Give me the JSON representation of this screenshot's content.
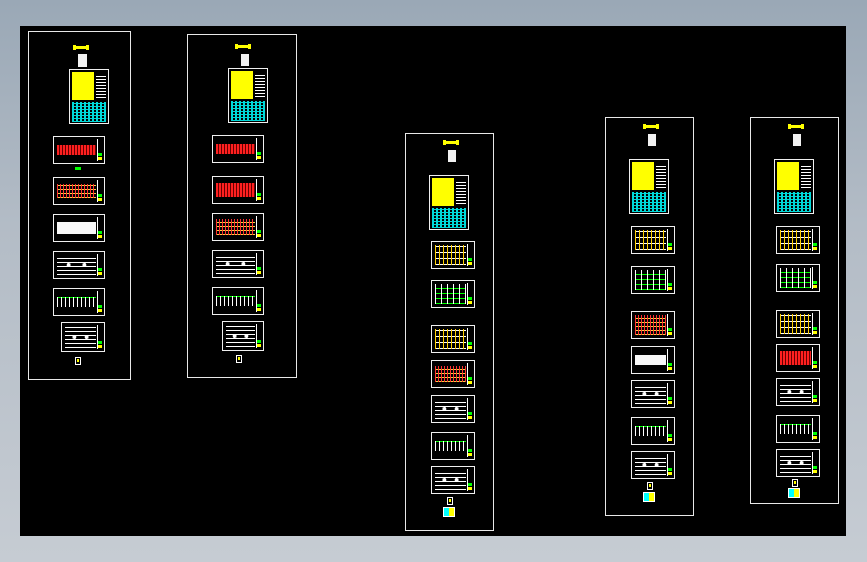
{
  "viewport": {
    "background": "#000000",
    "frame_color": "#e8e8e8"
  },
  "colors": {
    "title": "#ffff00",
    "accent_red": "#ff2020",
    "accent_green": "#00ff00",
    "accent_cyan": "#00ffff",
    "line_white": "#ffffff"
  },
  "sheet_sets": [
    {
      "id": "set-1",
      "sheets": [
        "cover",
        "red",
        "mixed",
        "white",
        "plan",
        "frame",
        "detail"
      ]
    },
    {
      "id": "set-2",
      "sheets": [
        "cover",
        "red",
        "red",
        "mixed",
        "plan",
        "frame",
        "detail"
      ]
    },
    {
      "id": "set-3",
      "sheets": [
        "cover",
        "section",
        "plan",
        "section",
        "mixed",
        "detail",
        "frame",
        "detail"
      ]
    },
    {
      "id": "set-4",
      "sheets": [
        "cover",
        "section",
        "plan",
        "mixed",
        "white",
        "detail",
        "frame",
        "detail"
      ]
    },
    {
      "id": "set-5",
      "sheets": [
        "cover",
        "section",
        "plan",
        "section",
        "red",
        "detail",
        "frame",
        "detail"
      ]
    }
  ]
}
